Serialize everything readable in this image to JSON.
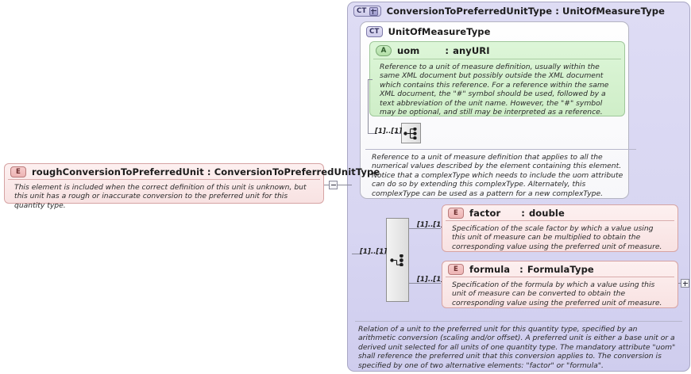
{
  "diagram": {
    "type": "xsd-schema-documentation",
    "root_element": {
      "icon": "element-badge-E",
      "name": "roughConversionToPreferredUnit",
      "separator": ":",
      "type": "ConversionToPreferredUnitType",
      "title": "roughConversionToPreferredUnit : ConversionToPreferredUnitType",
      "documentation": "This element is included when the correct definition of this unit is unknown, but this unit has a rough or inaccurate conversion to the preferred unit for this quantity type."
    },
    "outer_type": {
      "icon": "complextype-badge-CT",
      "expander": "plus",
      "title": "ConversionToPreferredUnitType : UnitOfMeasureType",
      "name": "ConversionToPreferredUnitType",
      "separator": ":",
      "base": "UnitOfMeasureType",
      "documentation": "Relation of a unit to the preferred unit for this quantity type, specified by an arithmetic conversion (scaling and/or offset). A preferred unit is either a base unit or a derived unit selected for all units of one quantity type. The mandatory attribute \"uom\" shall reference the preferred unit that this conversion applies to. The conversion is specified by one of two alternative elements: \"factor\" or \"formula\"."
    },
    "inner_type": {
      "icon": "complextype-badge-CT",
      "title": "UnitOfMeasureType",
      "documentation": "Reference to a unit of measure definition that applies to all the numerical values described by the element containing this element. Notice that a complexType which needs to include the uom attribute can do so by extending this complexType. Alternately, this complexType can be used as a pattern for a new complexType."
    },
    "attribute": {
      "icon": "attribute-badge-A",
      "name": "uom",
      "separator": ":",
      "type": "anyURI",
      "documentation": "Reference to a unit of measure definition, usually within the same XML document but possibly outside the XML document which contains this reference. For a reference within the same XML document, the \"#\" symbol should be used, followed by a text abbreviation of the unit name. However, the \"#\" symbol may be optional, and still may be interpreted as a reference."
    },
    "compositors": [
      {
        "id": "sequence-upper",
        "kind": "sequence",
        "occurrence": "[1]..[1]"
      },
      {
        "id": "choice-lower",
        "kind": "choice",
        "occurrence": "[1]..[1]"
      }
    ],
    "children": [
      {
        "icon": "element-badge-E",
        "name": "factor",
        "separator": ":",
        "type": "double",
        "occurrence": "[1]..[1]",
        "documentation": "Specification of the scale factor by which a value using this unit of measure can be multiplied to obtain the corresponding value using the preferred unit of measure."
      },
      {
        "icon": "element-badge-E",
        "name": "formula",
        "separator": ":",
        "type": "FormulaType",
        "occurrence": "[1]..[1]",
        "documentation": "Specification of the formula by which a value using this unit of measure can be converted to obtain the corresponding value using the preferred unit of measure.",
        "expander": "plus"
      }
    ],
    "toggles": [
      {
        "id": "collapse-root",
        "state": "minus"
      },
      {
        "id": "expand-formula",
        "state": "plus"
      }
    ],
    "colors": {
      "element_fill": "#fdf0f0",
      "element_border": "#d6a3a3",
      "attribute_fill": "#ddf6d8",
      "attribute_border": "#9fc79a",
      "complextype_fill": "#dedcf4",
      "complextype_border": "#a9a7c4",
      "line": "#8a8a9a"
    }
  }
}
